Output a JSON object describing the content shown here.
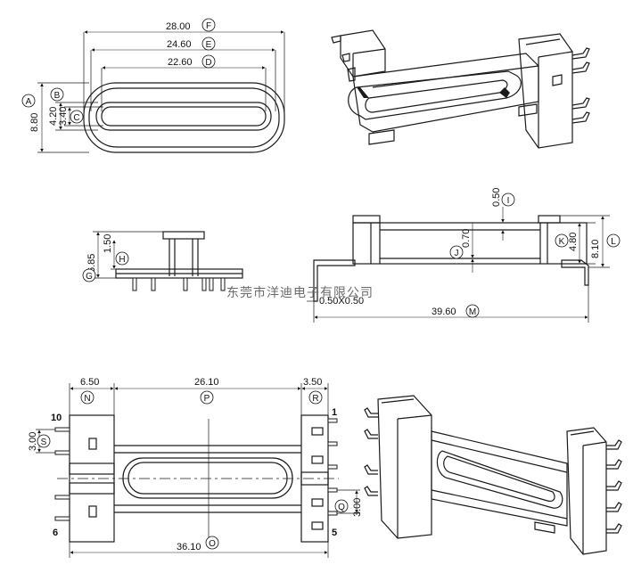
{
  "dims": {
    "F": "28.00",
    "E": "24.60",
    "D": "22.60",
    "A": "8.80",
    "B": "4.20",
    "C": "3.40",
    "I": "0.50",
    "J": "0.70",
    "K": "4.80",
    "L": "8.10",
    "M": "39.60",
    "pin_size": "0.50X0.50",
    "H": "1.50",
    "G": "6.85",
    "N": "6.50",
    "P": "26.10",
    "R": "3.50",
    "S": "3.00",
    "Q": "3.00",
    "O": "36.10"
  },
  "letters": {
    "A": "A",
    "B": "B",
    "C": "C",
    "D": "D",
    "E": "E",
    "F": "F",
    "G": "G",
    "H": "H",
    "I": "I",
    "J": "J",
    "K": "K",
    "L": "L",
    "M": "M",
    "N": "N",
    "O": "O",
    "P": "P",
    "Q": "Q",
    "R": "R",
    "S": "S"
  },
  "pins": {
    "p10": "10",
    "p1": "1",
    "p6": "6",
    "p5": "5"
  },
  "watermark": "东莞市洋迪电子有限公司"
}
